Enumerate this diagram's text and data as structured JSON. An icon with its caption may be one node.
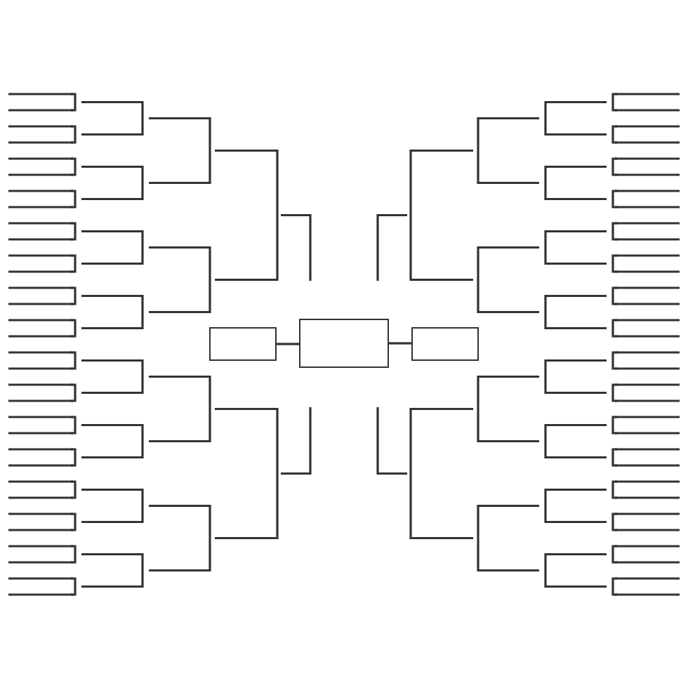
{
  "diagram": {
    "nodes": [
      {
        "text": [],
        "shape": "box"
      },
      {
        "text": [],
        "shape": "box"
      },
      {
        "text": [],
        "shape": "box"
      }
    ],
    "edges": [
      {
        "from": 0,
        "to": 1,
        "arrow": "none"
      },
      {
        "from": 1,
        "to": 2,
        "arrow": "none"
      }
    ]
  }
}
